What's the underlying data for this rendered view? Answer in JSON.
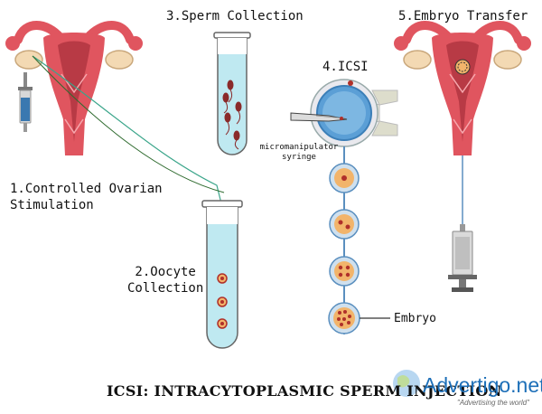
{
  "labels": {
    "step1_line1": "1.Controlled Ovarian",
    "step1_line2": "Stimulation",
    "step2_line1": "2.Oocyte",
    "step2_line2": "Collection",
    "step3": "3.Sperm Collection",
    "step4": "4.ICSI",
    "step5": "5.Embryo Transfer",
    "syringe_line1": "micromanipulator",
    "syringe_line2": "syringe",
    "embryo": "Embryo"
  },
  "title": "ICSI: INTRACYTOPLASMIC SPERM INJECTION",
  "watermark": {
    "text": "Advertigo.net",
    "tagline": "\"Advertising the world\""
  },
  "colors": {
    "uterus": "#e0555f",
    "uterus_dark": "#b83a45",
    "ovary": "#f3d9b3",
    "tube_fluid": "#bfe9f1",
    "cell": "#f2b46b",
    "nucleus": "#b0302a",
    "syringe": "#3a78b0"
  }
}
